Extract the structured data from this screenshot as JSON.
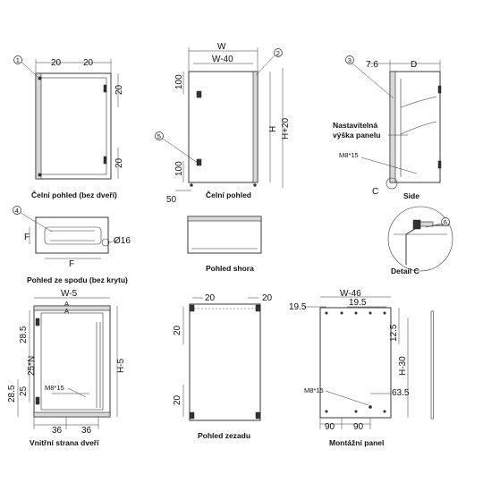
{
  "views": {
    "front_no_door": {
      "caption": "Čelní pohled (bez dveří)",
      "bubble": "1",
      "dims": [
        "20",
        "20",
        "20",
        "20"
      ]
    },
    "front": {
      "caption": "Čelní pohled",
      "bubble_top": "2",
      "bubble_side": "5",
      "dims": [
        "W",
        "W-40",
        "100",
        "H",
        "H+20",
        "100",
        "50"
      ]
    },
    "side": {
      "caption": "Side",
      "bubble": "3",
      "dims": [
        "7.6",
        "D"
      ],
      "note_line1": "Nastavitelná",
      "note_line2": "výška panelu",
      "screw": "M8*15",
      "detail_ref": "C"
    },
    "bottom": {
      "caption": "Pohled ze spodu (bez krytu)",
      "bubble": "4",
      "dims": [
        "F",
        "F",
        "Ø16"
      ]
    },
    "top": {
      "caption": "Pohled shora"
    },
    "detail_c": {
      "caption": "Detail C",
      "bubble": "6"
    },
    "door_inside": {
      "caption": "Vnitřní strana dveří",
      "dims": [
        "W-5",
        "A",
        "A",
        "28.5",
        "25*N",
        "28.5",
        "25",
        "36",
        "36",
        "H-5"
      ],
      "screw": "M8*15"
    },
    "rear": {
      "caption": "Pohled zezadu",
      "dims": [
        "20",
        "20",
        "20",
        "20"
      ]
    },
    "mounting_panel": {
      "caption": "Montážní panel",
      "dims": [
        "W-46",
        "19.5",
        "19.5",
        "12.5",
        "H-30",
        "63.5",
        "90",
        "90"
      ],
      "screw": "M8*15"
    }
  }
}
